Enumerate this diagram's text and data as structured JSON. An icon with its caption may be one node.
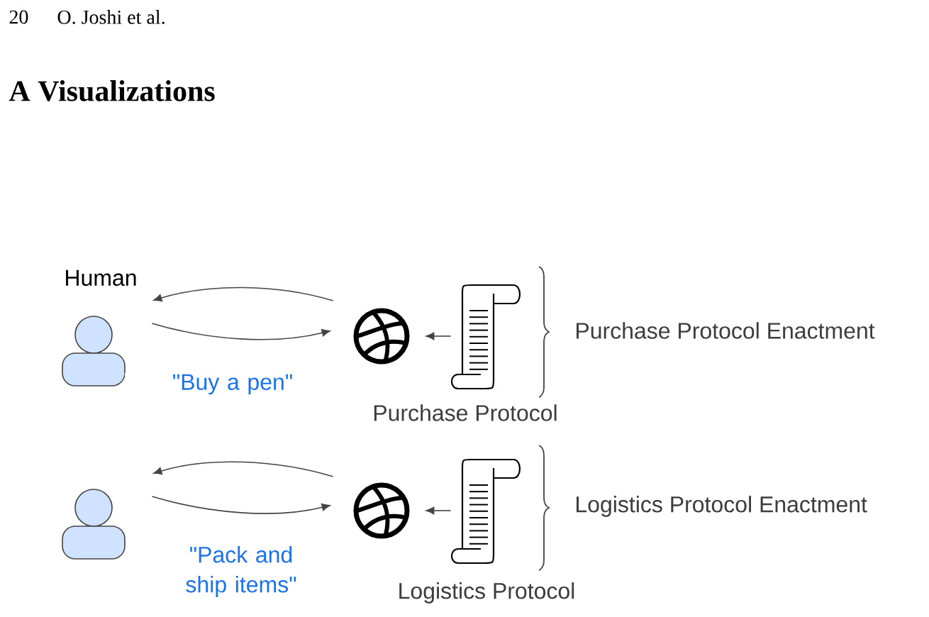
{
  "diagram": {
    "title": "A Visualizations",
    "nodes": [
      {
        "text": [
          "Human"
        ]
      },
      {
        "text": [],
        "shape": "circle"
      },
      {
        "text": [
          "Purchase Protocol"
        ]
      },
      {
        "text": [],
        "shape": "person"
      },
      {
        "text": [],
        "shape": "circle"
      },
      {
        "text": [
          "Logistics Protocol"
        ]
      }
    ],
    "edges": [
      {
        "from": 1,
        "to": 0,
        "arrow": "to"
      },
      {
        "from": 0,
        "to": 1,
        "arrow": "to",
        "label": "\"Buy a pen\""
      },
      {
        "from": 2,
        "to": 1,
        "arrow": "to"
      },
      {
        "from": 4,
        "to": 3,
        "arrow": "to"
      },
      {
        "from": 3,
        "to": 4,
        "arrow": "to",
        "label": "\"Pack and ship items\""
      },
      {
        "from": 5,
        "to": 4,
        "arrow": "to"
      }
    ],
    "labels": [
      "20",
      "O. Joshi et al.",
      "Purchase Protocol Enactment",
      "Logistics Protocol Enactment"
    ]
  }
}
